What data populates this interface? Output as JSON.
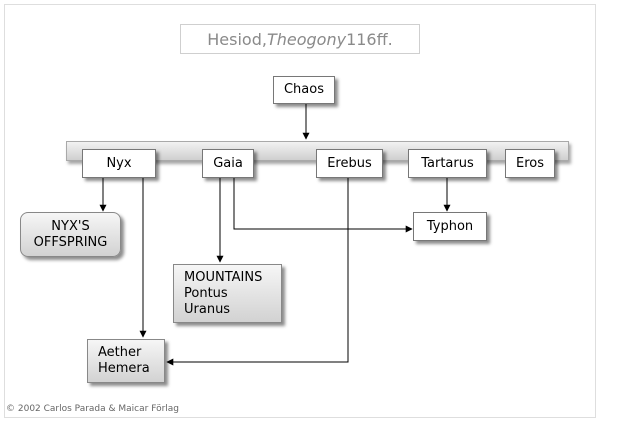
{
  "title": {
    "prefix": "Hesiod, ",
    "work": "Theogony",
    "suffix": " 116ff."
  },
  "nodes": {
    "chaos": "Chaos",
    "nyx": "Nyx",
    "gaia": "Gaia",
    "erebus": "Erebus",
    "tartarus": "Tartarus",
    "eros": "Eros",
    "nyx_offspring": "NYX'S\nOFFSPRING",
    "typhon": "Typhon",
    "mountains": "MOUNTAINS\nPontus\nUranus",
    "aether_hemera": "Aether\nHemera"
  },
  "footer": "© 2002 Carlos Parada & Maicar Förlag"
}
